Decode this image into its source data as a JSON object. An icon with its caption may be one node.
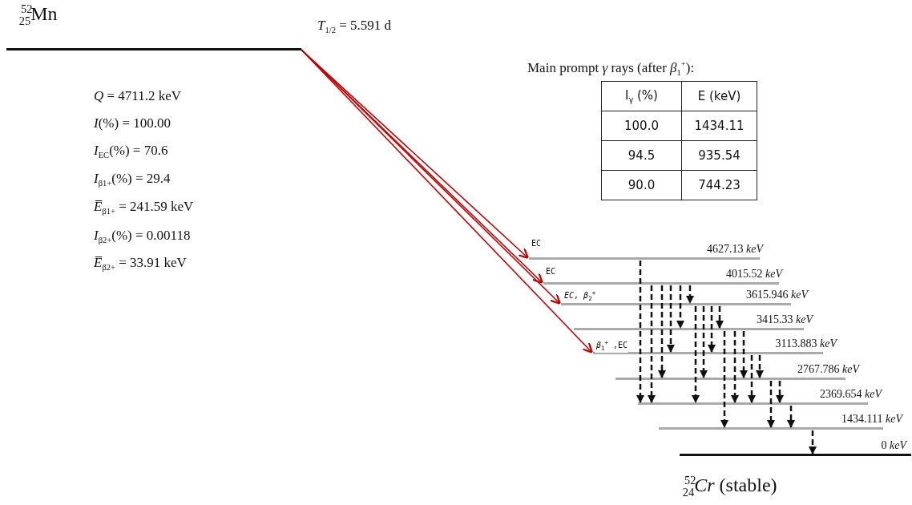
{
  "diagram": {
    "nodes": [
      {
        "text": [
          "$^{52}$$_{25}$Mn"
        ]
      },
      {
        "text": [
          "4627.13 *keV*"
        ]
      },
      {
        "text": [
          "4015.52 *keV*"
        ]
      },
      {
        "text": [
          "3615.946 *keV*"
        ]
      },
      {
        "text": [
          "3415.33 *keV*"
        ]
      },
      {
        "text": [
          "3113.883 *keV*"
        ]
      },
      {
        "text": [
          "2767.786 *keV*"
        ]
      },
      {
        "text": [
          "2369.654 *keV*"
        ]
      },
      {
        "text": [
          "1434.111 *keV*"
        ]
      },
      {
        "text": [
          "0 *keV*",
          "$^{52}$$_{24}$*Cr* (stable)"
        ]
      }
    ],
    "edges": [
      {
        "from": 0,
        "to": 1,
        "arrow": "to",
        "label": "EC",
        "color": "#c00000"
      },
      {
        "from": 0,
        "to": 2,
        "arrow": "to",
        "label": "EC",
        "color": "#c00000"
      },
      {
        "from": 0,
        "to": 3,
        "arrow": "to",
        "label": "*EC*, *β*$_{2}$$^{+}$",
        "color": "#c00000"
      },
      {
        "from": 0,
        "to": 5,
        "arrow": "to",
        "label": "*β*$_{1}$$^{+}$ ,EC",
        "color": "#c00000"
      },
      {
        "from": 1,
        "to": 7,
        "arrow": "to",
        "style": "dashed"
      },
      {
        "from": 2,
        "to": 7,
        "arrow": "to",
        "style": "dashed"
      },
      {
        "from": 2,
        "to": 6,
        "arrow": "to",
        "style": "dashed"
      },
      {
        "from": 2,
        "to": 5,
        "arrow": "to",
        "style": "dashed"
      },
      {
        "from": 2,
        "to": 4,
        "arrow": "to",
        "style": "dashed"
      },
      {
        "from": 2,
        "to": 3,
        "arrow": "to",
        "style": "dashed"
      },
      {
        "from": 3,
        "to": 7,
        "arrow": "to",
        "style": "dashed"
      },
      {
        "from": 3,
        "to": 6,
        "arrow": "to",
        "style": "dashed"
      },
      {
        "from": 3,
        "to": 5,
        "arrow": "to",
        "style": "dashed"
      },
      {
        "from": 3,
        "to": 4,
        "arrow": "to",
        "style": "dashed"
      },
      {
        "from": 4,
        "to": 8,
        "arrow": "to",
        "style": "dashed"
      },
      {
        "from": 4,
        "to": 7,
        "arrow": "to",
        "style": "dashed"
      },
      {
        "from": 4,
        "to": 6,
        "arrow": "to",
        "style": "dashed"
      },
      {
        "from": 5,
        "to": 7,
        "arrow": "to",
        "style": "dashed"
      },
      {
        "from": 5,
        "to": 6,
        "arrow": "to",
        "style": "dashed"
      },
      {
        "from": 6,
        "to": 8,
        "arrow": "to",
        "style": "dashed"
      },
      {
        "from": 6,
        "to": 7,
        "arrow": "to",
        "style": "dashed"
      },
      {
        "from": 7,
        "to": 8,
        "arrow": "to",
        "style": "dashed"
      },
      {
        "from": 8,
        "to": 9,
        "arrow": "to",
        "style": "dashed"
      }
    ],
    "labels": [
      "*T*$_{1/2}$ = 5.591 d",
      "*Q* = 4711.2 keV",
      "*I*(%) = 100.00",
      "*I*$_{EC}$(%) = 70.6",
      "*I*$_{β1+}$(%) = 29.4",
      "*E̅*$_{β1+}$ = 241.59 keV",
      "*I*$_{β2+}$(%) = 0.00118",
      "*E̅*$_{β2+}$ = 33.91 keV",
      "Main prompt *γ* rays (after *β*$_{1}$$^{+}$):",
      "I$_{γ}$ (%)",
      "E (keV)",
      "100.0",
      "1434.11",
      "94.5",
      "935.54",
      "90.0",
      "744.23"
    ]
  }
}
